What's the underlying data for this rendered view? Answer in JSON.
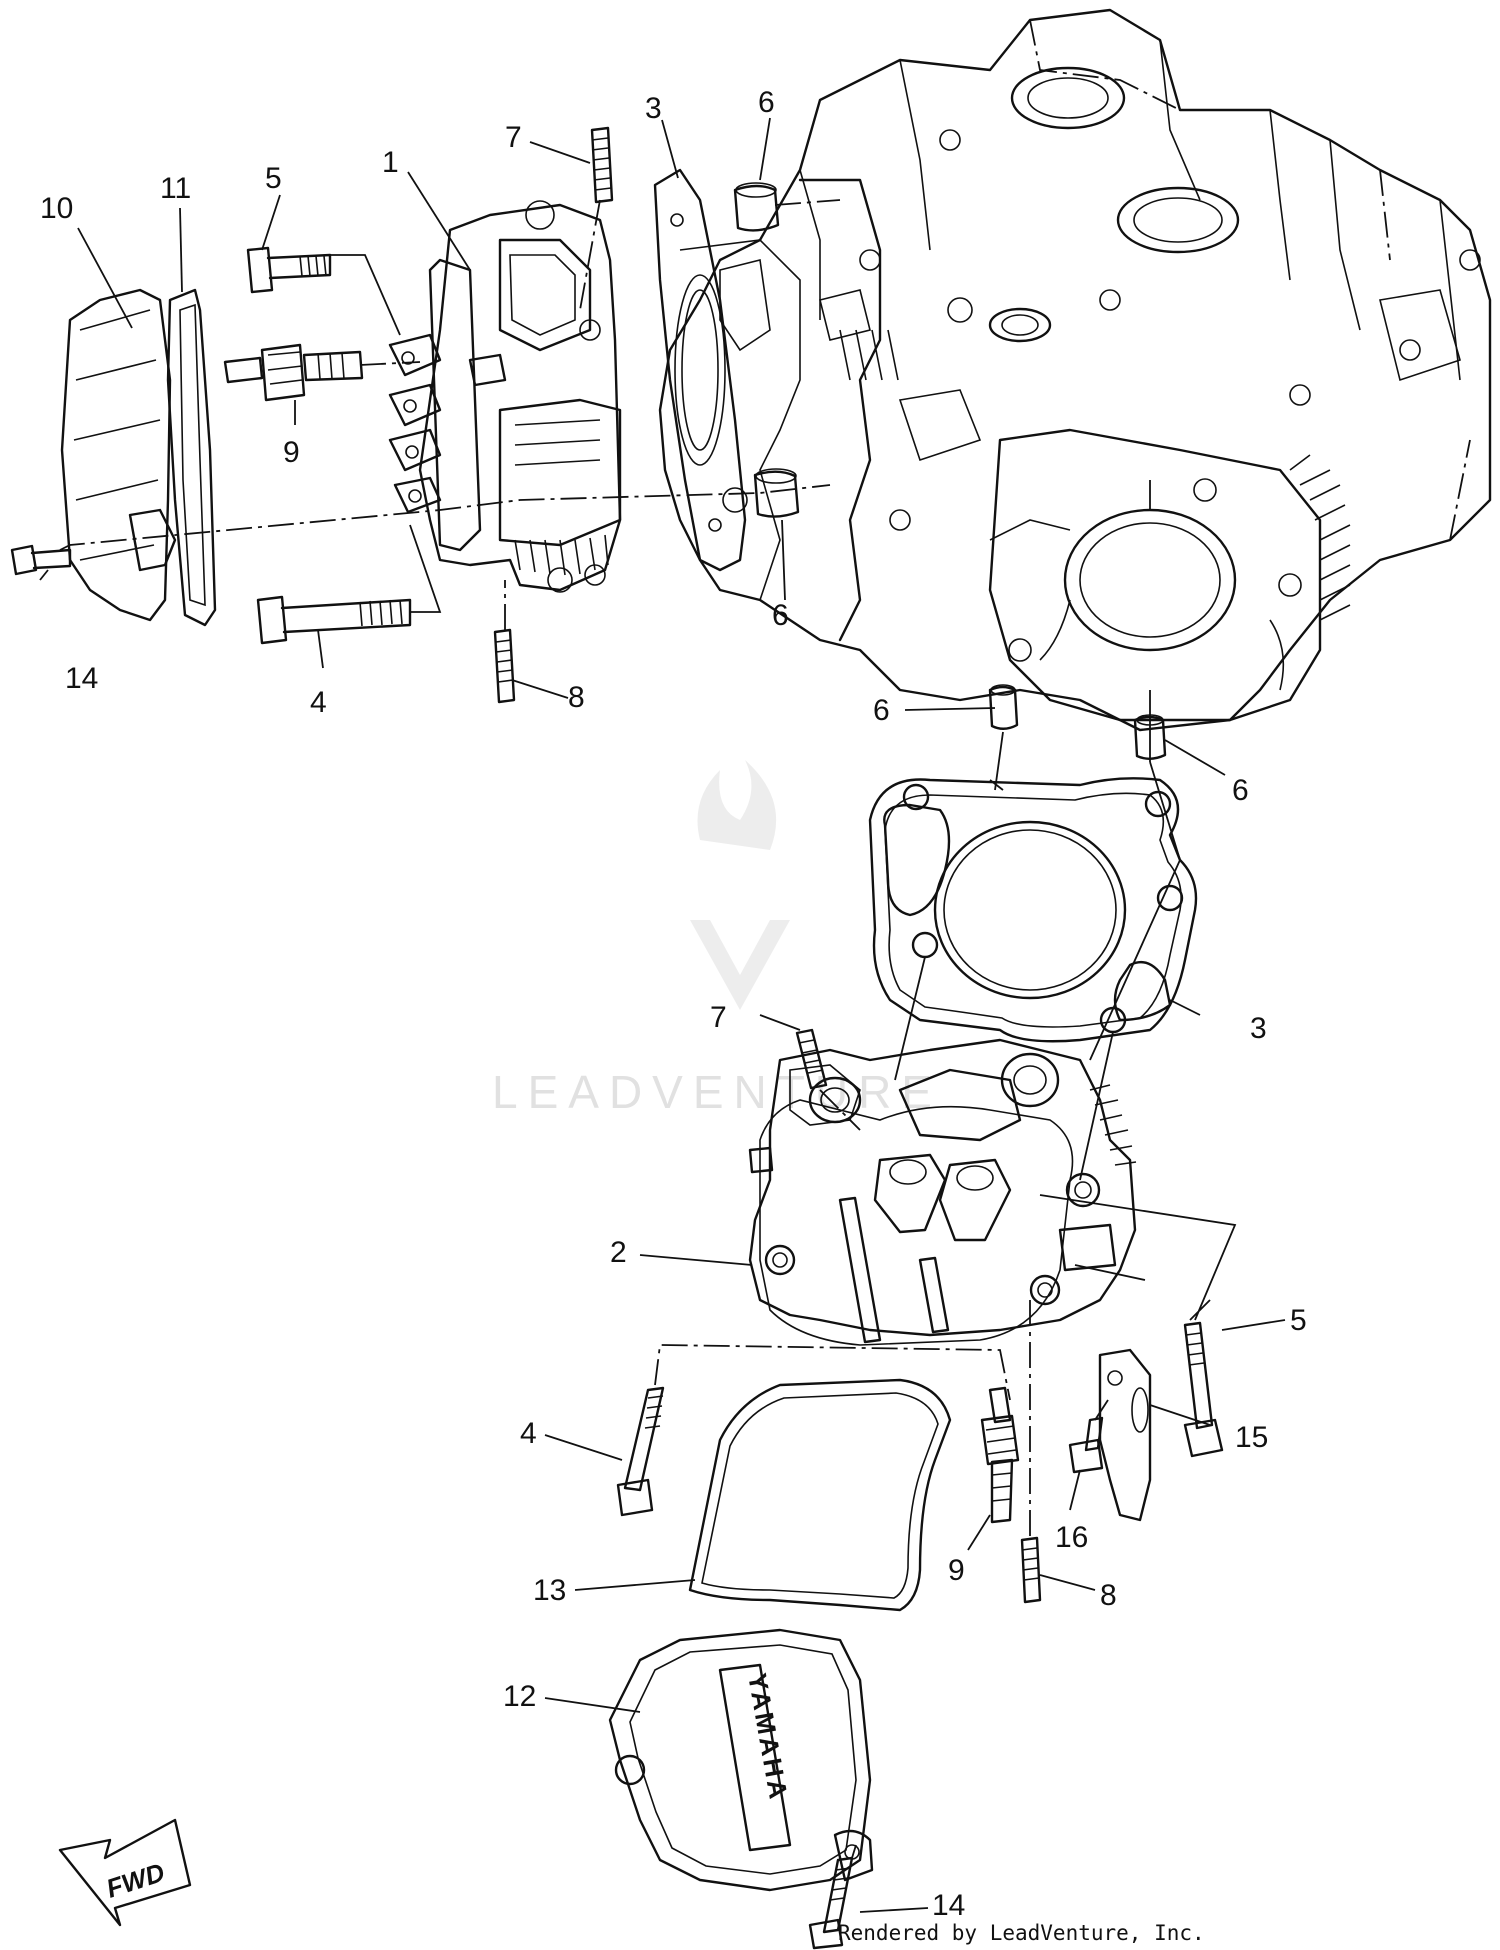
{
  "callouts": {
    "c1": "1",
    "c2": "2",
    "c3a": "3",
    "c3b": "3",
    "c4a": "4",
    "c4b": "4",
    "c5a": "5",
    "c5b": "5",
    "c6a": "6",
    "c6b": "6",
    "c6c": "6",
    "c6d": "6",
    "c7a": "7",
    "c7b": "7",
    "c8a": "8",
    "c8b": "8",
    "c9a": "9",
    "c9b": "9",
    "c10": "10",
    "c11": "11",
    "c12": "12",
    "c13": "13",
    "c14a": "14",
    "c14b": "14",
    "c15": "15",
    "c16": "16"
  },
  "cover_brand": "YAMAHA",
  "fwd_label": "FWD",
  "watermark": "LEADVENTURE",
  "credit": "Rendered by LeadVenture, Inc.",
  "colors": {
    "ink": "#111111",
    "watermark": "#c9c9c9",
    "background": "#ffffff"
  }
}
